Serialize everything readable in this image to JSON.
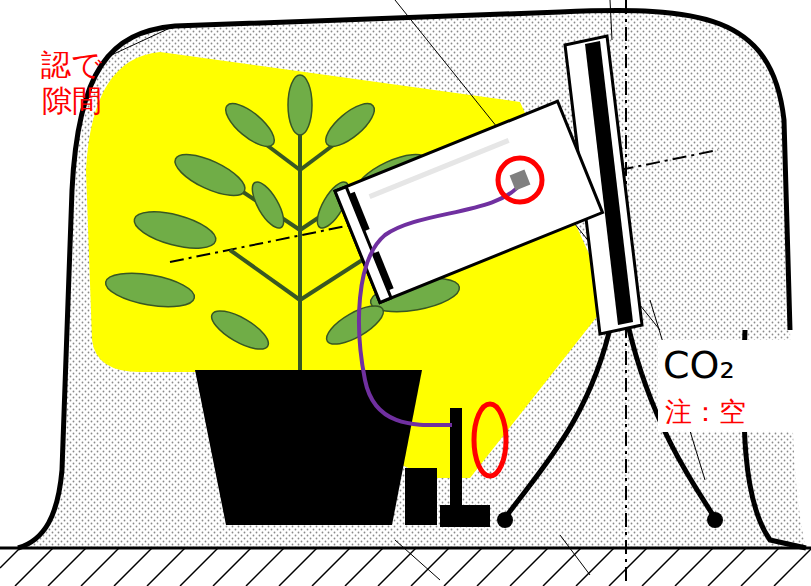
{
  "diagram": {
    "labels": [
      "認で",
      "隙間",
      "CO₂",
      "注：空"
    ]
  }
}
